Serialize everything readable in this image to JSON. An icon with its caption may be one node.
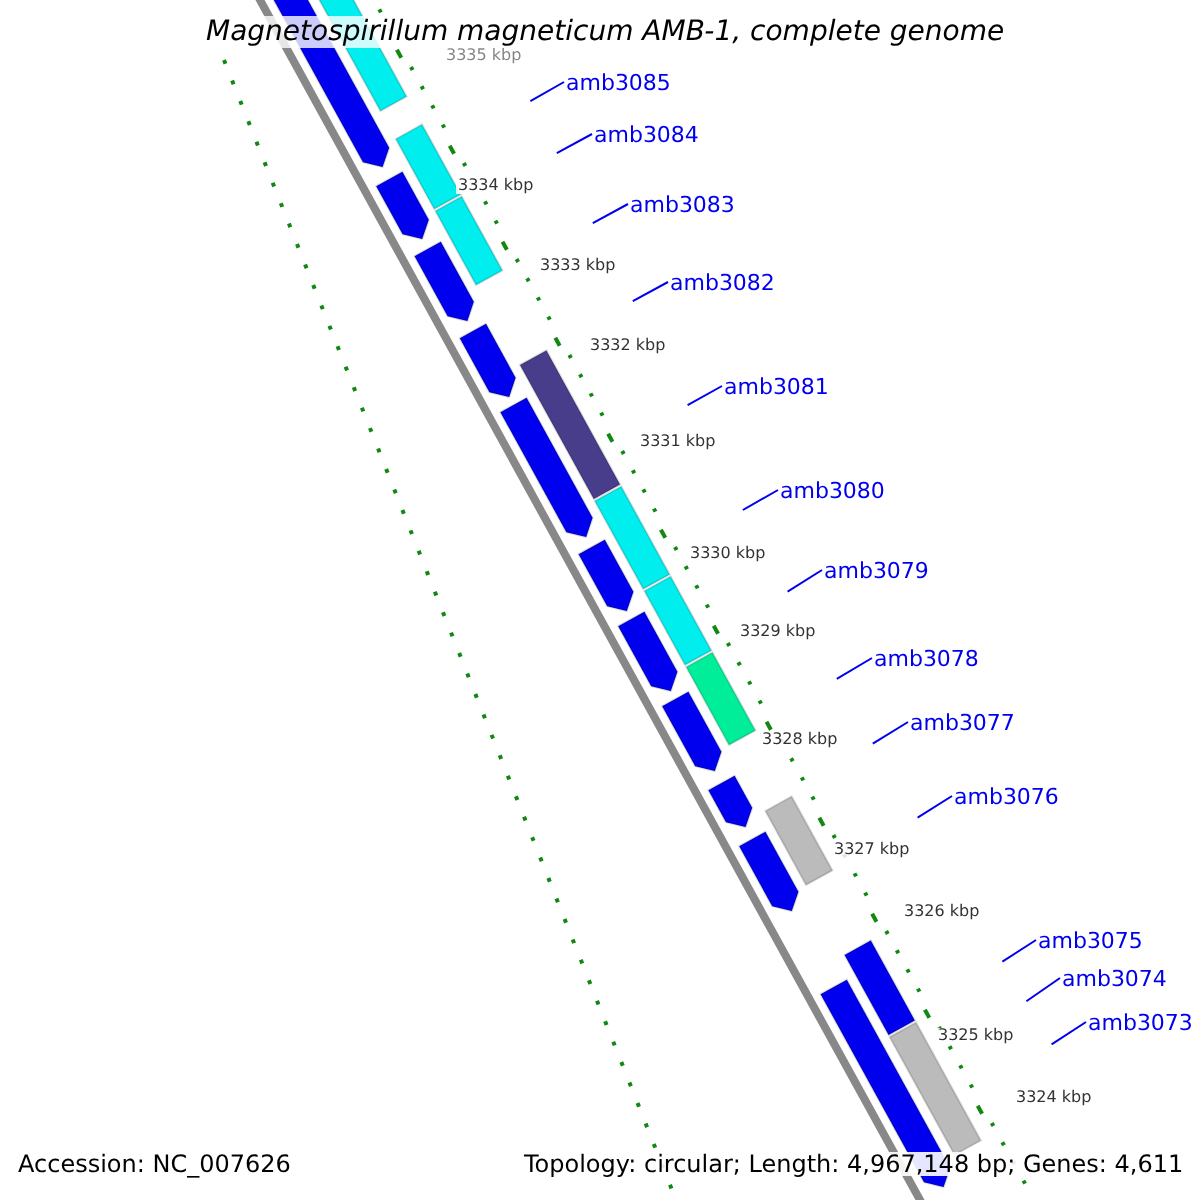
{
  "diagram": {
    "title": "Magnetospirillum magneticum AMB-1, complete genome",
    "nodes": [
      {
        "text": [
          "amb3085"
        ]
      },
      {
        "text": [
          "amb3084"
        ]
      },
      {
        "text": [
          "amb3083"
        ]
      },
      {
        "text": [
          "amb3082"
        ]
      },
      {
        "text": [
          "amb3081"
        ]
      },
      {
        "text": [
          "amb3080"
        ]
      },
      {
        "text": [
          "amb3079"
        ]
      },
      {
        "text": [
          "amb3078"
        ]
      },
      {
        "text": [
          "amb3077"
        ]
      },
      {
        "text": [
          "amb3076"
        ]
      },
      {
        "text": [
          "amb3075"
        ]
      },
      {
        "text": [
          "amb3074"
        ]
      },
      {
        "text": [
          "amb3073"
        ]
      }
    ],
    "edges": [
      {
        "from": 0,
        "to": null,
        "arrow": "none"
      },
      {
        "from": 1,
        "to": null,
        "arrow": "none"
      },
      {
        "from": 2,
        "to": null,
        "arrow": "none"
      },
      {
        "from": 3,
        "to": null,
        "arrow": "none"
      },
      {
        "from": 4,
        "to": null,
        "arrow": "none"
      },
      {
        "from": 5,
        "to": null,
        "arrow": "none"
      },
      {
        "from": 6,
        "to": null,
        "arrow": "none"
      },
      {
        "from": 7,
        "to": null,
        "arrow": "none"
      },
      {
        "from": 8,
        "to": null,
        "arrow": "none"
      },
      {
        "from": 9,
        "to": null,
        "arrow": "none"
      },
      {
        "from": 10,
        "to": null,
        "arrow": "none"
      },
      {
        "from": 11,
        "to": null,
        "arrow": "none"
      },
      {
        "from": 12,
        "to": null,
        "arrow": "none"
      }
    ],
    "labels": [
      "3335 kbp",
      "3334 kbp",
      "3333 kbp",
      "3332 kbp",
      "3331 kbp",
      "3330 kbp",
      "3329 kbp",
      "3328 kbp",
      "3327 kbp",
      "3326 kbp",
      "3325 kbp",
      "3324 kbp",
      "Accession: NC_007626",
      "Topology: circular; Length: 4,967,148 bp; Genes: 4,611"
    ]
  }
}
